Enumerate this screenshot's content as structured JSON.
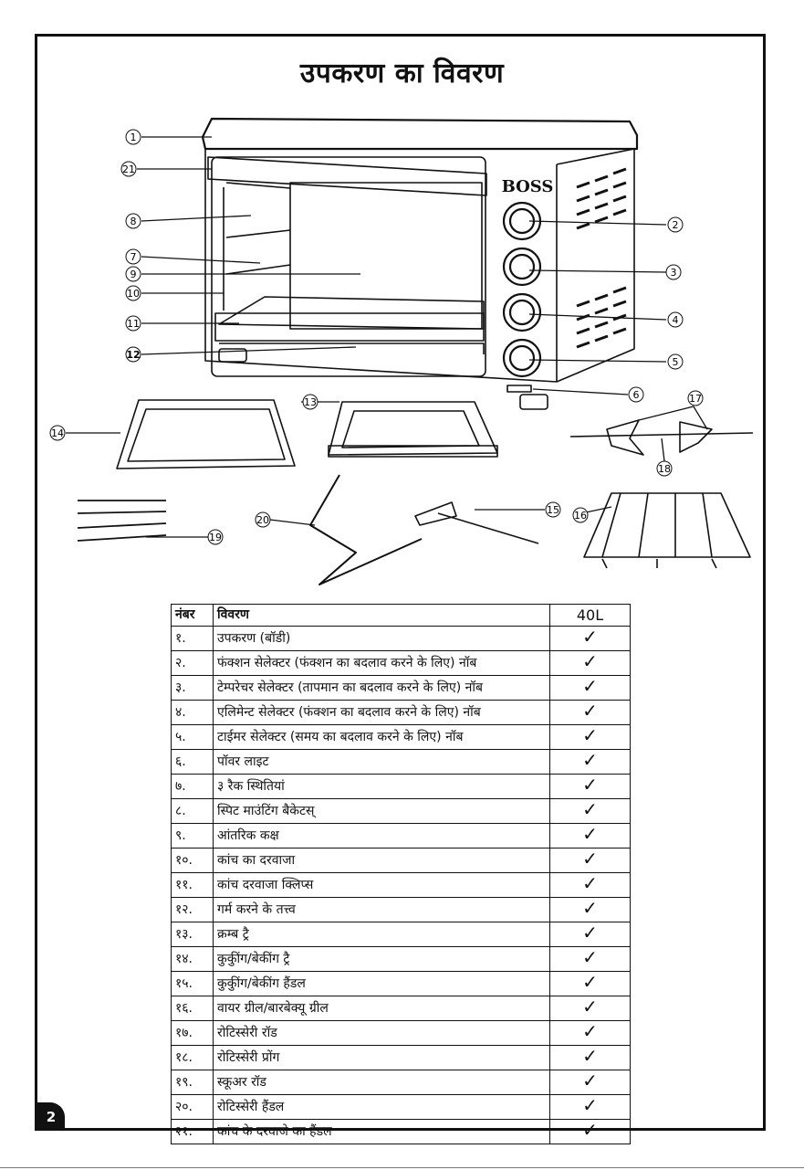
{
  "page": {
    "title": "उपकरण का विवरण",
    "page_number": "2"
  },
  "diagram": {
    "brand": "BOSS",
    "callouts": [
      "1",
      "2",
      "3",
      "4",
      "5",
      "6",
      "7",
      "8",
      "9",
      "10",
      "11",
      "12",
      "13",
      "14",
      "15",
      "16",
      "17",
      "18",
      "19",
      "20",
      "21"
    ]
  },
  "table": {
    "headers": {
      "number": "नंबर",
      "description": "विवरण",
      "model": "40L"
    },
    "check_symbol": "✓",
    "rows": [
      {
        "num": "१.",
        "desc": "उपकरण (बॉडी)"
      },
      {
        "num": "२.",
        "desc": "फंक्शन सेलेक्टर (फंक्शन का बदलाव करने के लिए) नॉब"
      },
      {
        "num": "३.",
        "desc": "टेम्परेचर सेलेक्टर (तापमान का बदलाव करने के लिए) नॉब"
      },
      {
        "num": "४.",
        "desc": "एलिमेन्ट सेलेक्टर (फंक्शन का बदलाव करने के लिए) नॉब"
      },
      {
        "num": "५.",
        "desc": "टाईमर सेलेक्टर (समय का बदलाव करने के लिए) नॉब"
      },
      {
        "num": "६.",
        "desc": "पॉवर लाइट"
      },
      {
        "num": "७.",
        "desc": "३ रैक स्थितियां"
      },
      {
        "num": "८.",
        "desc": "स्पिट माउंटिंग बैकेटस्"
      },
      {
        "num": "९.",
        "desc": "आंतरिक कक्ष"
      },
      {
        "num": "१०.",
        "desc": "कांच का दरवाजा"
      },
      {
        "num": "११.",
        "desc": "कांच दरवाजा क्लिप्स"
      },
      {
        "num": "१२.",
        "desc": "गर्म करने के तत्त्व"
      },
      {
        "num": "१३.",
        "desc": "क्रम्ब ट्रै"
      },
      {
        "num": "१४.",
        "desc": "कुकुींग/बेकींग ट्रै"
      },
      {
        "num": "१५.",
        "desc": "कुकुींग/बेकींग हैंडल"
      },
      {
        "num": "१६.",
        "desc": "वायर ग्रील/बारबेक्यू ग्रील"
      },
      {
        "num": "१७.",
        "desc": "रोटिस्सेरी रॉड"
      },
      {
        "num": "१८.",
        "desc": "रोटिस्सेरी प्रोंग"
      },
      {
        "num": "१९.",
        "desc": "स्कूअर रॉड"
      },
      {
        "num": "२०.",
        "desc": "रोटिस्सेरी हैंडल"
      },
      {
        "num": "२१.",
        "desc": "कांच के दरवाजे का हैंडल"
      }
    ]
  }
}
